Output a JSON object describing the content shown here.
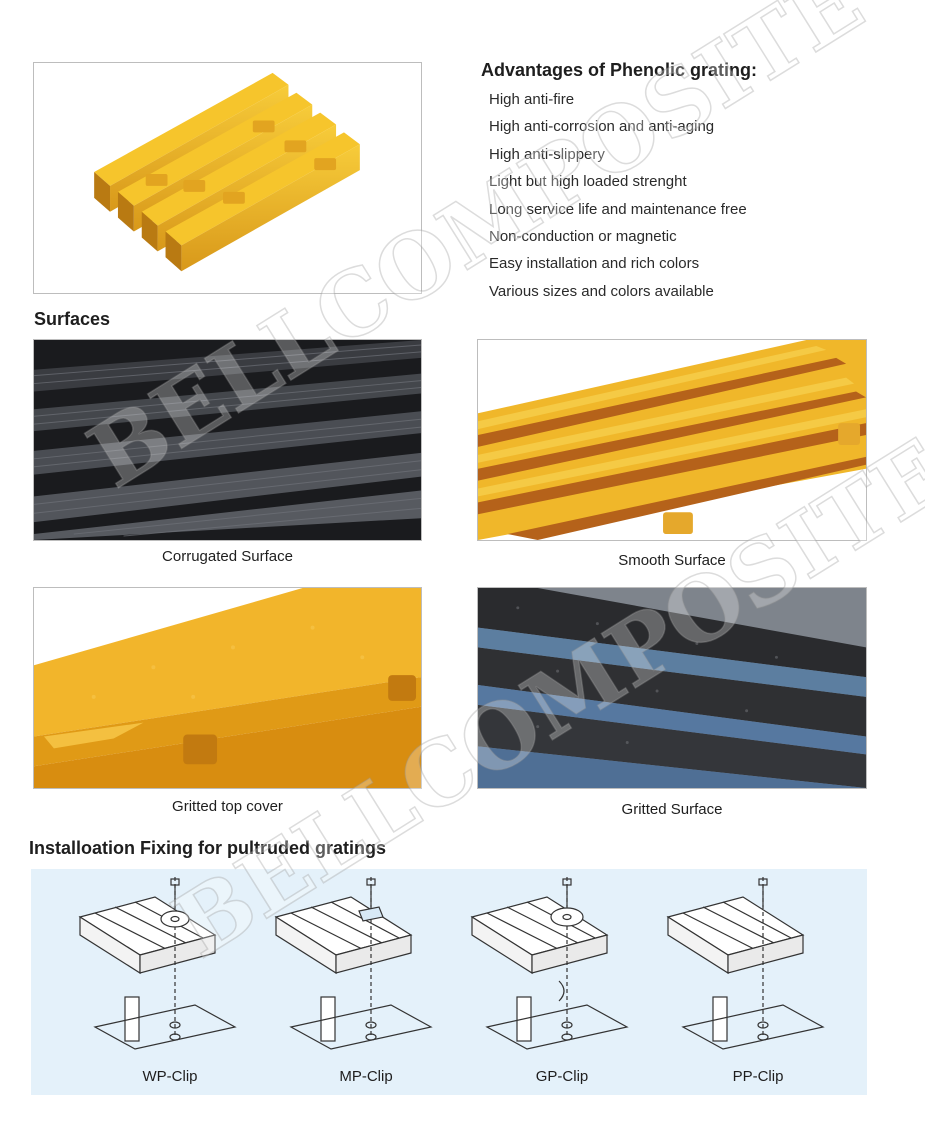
{
  "advantages": {
    "title": "Advantages of Phenolic grating:",
    "items": [
      "High anti-fire",
      "High anti-corrosion and anti-aging",
      "High anti-slippery",
      "Light but high loaded strenght",
      "Long service life and maintenance free",
      "Non-conduction or magnetic",
      "Easy installation and rich colors",
      "Various sizes and colors available"
    ]
  },
  "surfaces": {
    "title": "Surfaces",
    "panels": [
      {
        "caption": "Corrugated Surface"
      },
      {
        "caption": "Smooth Surface"
      },
      {
        "caption": "Gritted top cover"
      },
      {
        "caption": "Gritted Surface"
      }
    ]
  },
  "installation": {
    "title": "Installoation Fixing for pultruded gratings",
    "clips": [
      {
        "label": "WP-Clip"
      },
      {
        "label": "MP-Clip"
      },
      {
        "label": "GP-Clip"
      },
      {
        "label": "PP-Clip"
      }
    ]
  },
  "watermark": {
    "text": "BELLCOMPOSITE"
  },
  "colors": {
    "grating_yellow": "#f2b21e",
    "grating_dark": "#2c2e33",
    "panel_blue": "#e4f1fa"
  }
}
